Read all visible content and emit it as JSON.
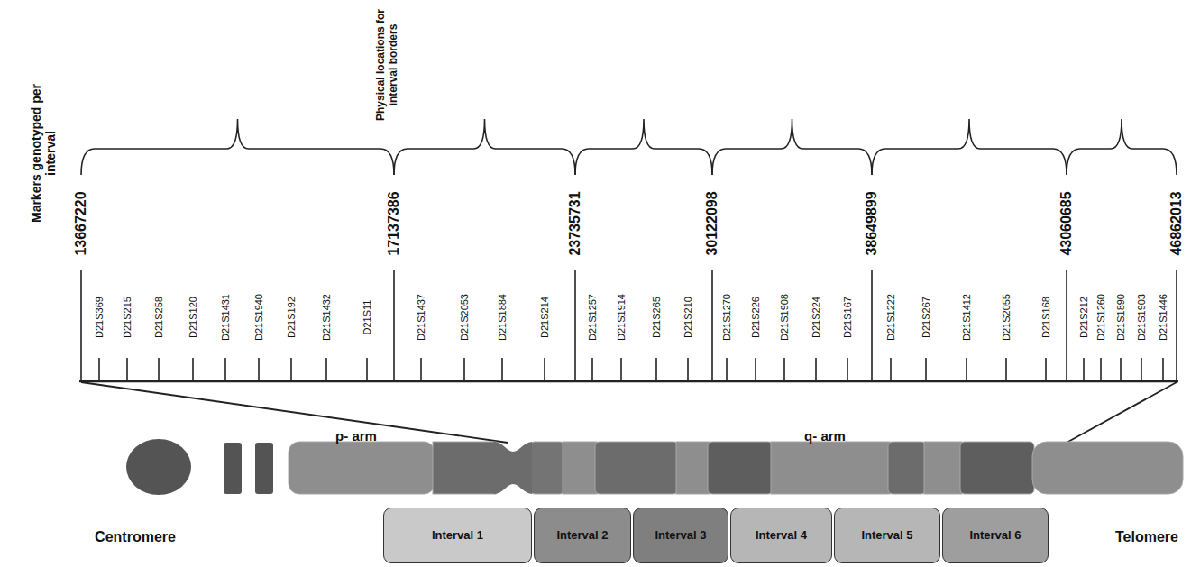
{
  "diagram": {
    "nodes": [
      {
        "text": [
          "Interval 1"
        ]
      },
      {
        "text": [
          "Interval 2"
        ]
      },
      {
        "text": [
          "Interval 3"
        ]
      },
      {
        "text": [
          "Interval 4"
        ]
      },
      {
        "text": [
          "Interval 5"
        ]
      },
      {
        "text": [
          "Interval 6"
        ]
      }
    ],
    "labels": [
      "Physical locations for interval borders",
      "Markers genotyped per interval",
      "13667220",
      "17137386",
      "23735731",
      "30122098",
      "38649899",
      "43060685",
      "46862013",
      "D21S369",
      "D21S215",
      "D21S258",
      "D21S120",
      "D21S1431",
      "D21S1940",
      "D21S192",
      "D21S1432",
      "D21S11",
      "D21S1437",
      "D21S2053",
      "D21S1884",
      "D21S214",
      "D21S1257",
      "D21S1914",
      "D21S265",
      "D21S210",
      "D21S1270",
      "D21S226",
      "D21S1908",
      "D21S224",
      "D21S167",
      "D21S1222",
      "D21S267",
      "D21S1412",
      "D21S2055",
      "D21S168",
      "D21S212",
      "D21S1260",
      "D21S1890",
      "D21S1903",
      "D21S1446",
      "Centromere",
      "p- arm",
      "q- arm",
      "Telomere"
    ]
  }
}
